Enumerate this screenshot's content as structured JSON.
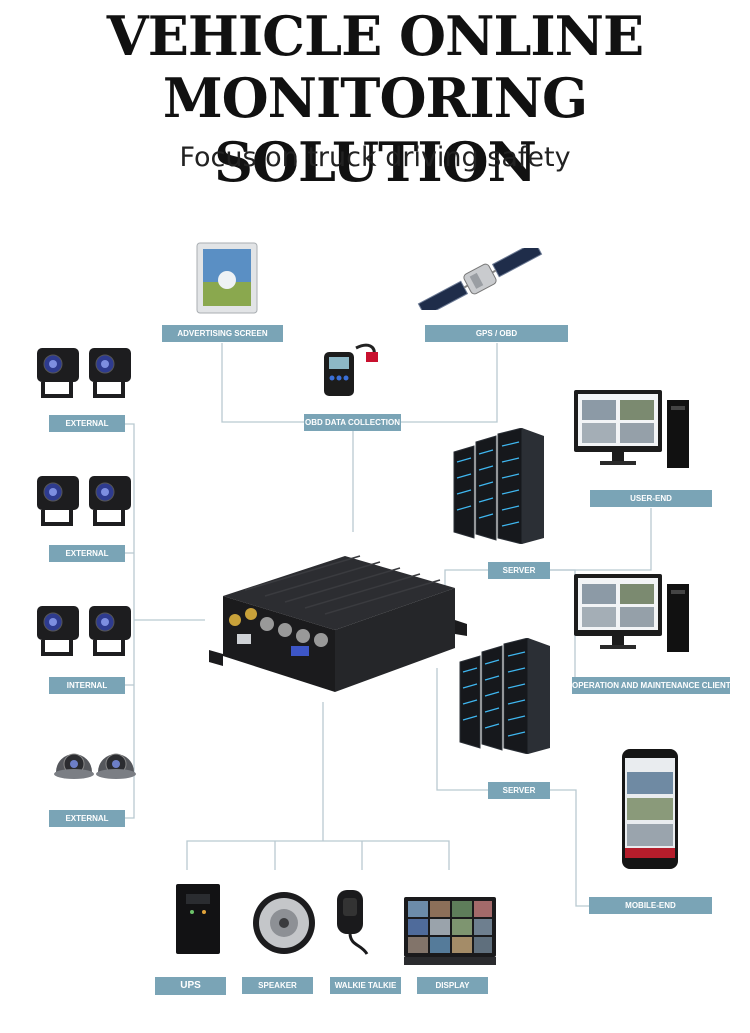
{
  "header": {
    "title_line1": "VEHICLE ONLINE",
    "title_line2": "MONITORING SOLUTION",
    "subtitle": "Focus on truck driving safety"
  },
  "labels": {
    "advertising_screen": "ADVERTISING SCREEN",
    "gps_obd": "GPS / OBD",
    "obd_data_collection": "OBD DATA COLLECTION",
    "external_1": "EXTERNAL",
    "external_2": "EXTERNAL",
    "internal": "INTERNAL",
    "external_3": "EXTERNAL",
    "user_end": "USER-END",
    "server_1": "SERVER",
    "operation_client": "OPERATION AND MAINTENANCE CLIENT",
    "server_2": "SERVER",
    "mobile_end": "MOBILE-END",
    "ups": "UPS",
    "speaker": "SPEAKER",
    "walkie_talkie": "WALKIE TALKIE",
    "display": "DISPLAY"
  },
  "colors": {
    "label_bg": "#7aa4b6",
    "connector": "#b9c9d1",
    "device_dark": "#1b1b1d"
  },
  "icons": {
    "camera": "external-camera-icon",
    "dome": "dome-camera-icon",
    "server": "server-rack-icon",
    "desktop": "desktop-computer-icon",
    "phone": "smartphone-icon",
    "satellite": "satellite-icon",
    "tablet": "advertising-screen-icon",
    "obd": "obd-scanner-icon",
    "dvr": "mobile-dvr-icon",
    "ups": "ups-icon",
    "speaker": "speaker-icon",
    "mic": "walkie-talkie-icon",
    "monitor": "display-monitor-icon"
  }
}
